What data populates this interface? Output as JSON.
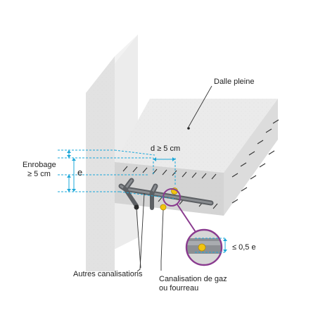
{
  "labels": {
    "dalle_pleine": "Dalle pleine",
    "distance": "d ≥ 5 cm",
    "enrobage_line1": "Enrobage",
    "enrobage_line2": "≥ 5 cm",
    "epaisseur": "e",
    "max_depth": "≤ 0,5 e",
    "autres_canalisations": "Autres canalisations",
    "gaz_line1": "Canalisation de gaz",
    "gaz_line2": "ou fourreau"
  },
  "colors": {
    "dimension": "#1aa7d9",
    "callout_ring": "#8a3b8f",
    "gas_pipe": "#f2c40f",
    "other_pipe": "#6b6e72",
    "concrete": "#e6e6e6"
  }
}
